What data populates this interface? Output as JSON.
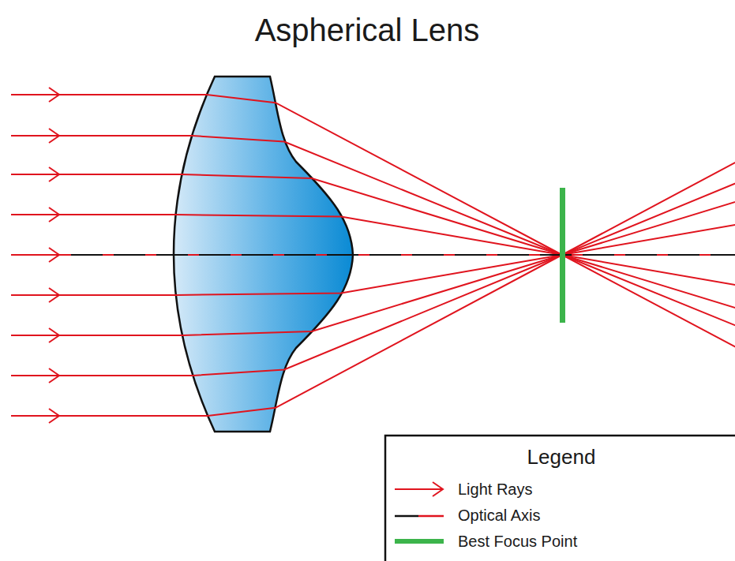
{
  "diagram": {
    "title": "Aspherical Lens",
    "labels": [
      "Legend"
    ],
    "legend": [
      {
        "text": "Light Rays"
      },
      {
        "text": "Optical Axis"
      },
      {
        "text": "Best Focus Point"
      }
    ]
  }
}
